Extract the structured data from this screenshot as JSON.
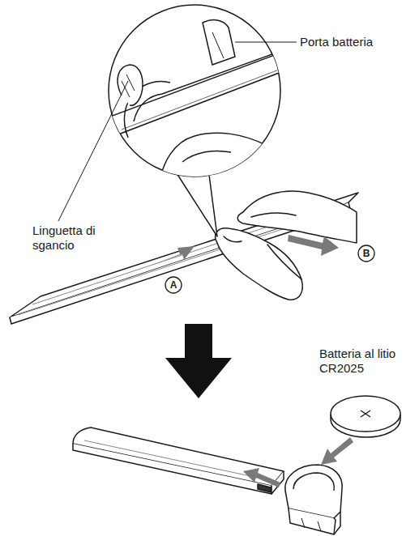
{
  "diagram": {
    "labels": [
      "Porta batteria",
      "Linguetta di sgancio",
      "A",
      "B",
      "Batteria al litio CR2025"
    ]
  }
}
